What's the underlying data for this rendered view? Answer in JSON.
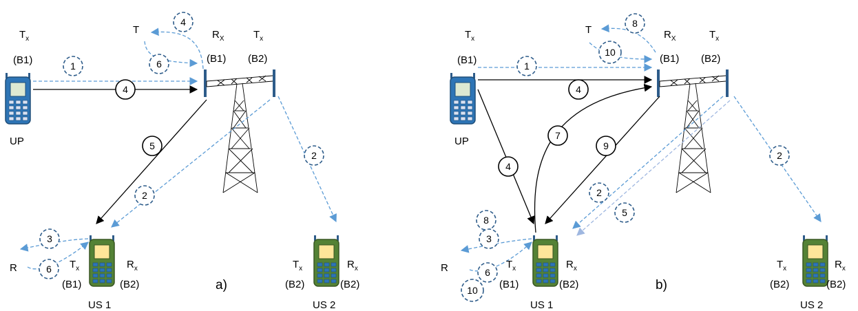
{
  "panels": [
    {
      "id": "a",
      "caption": "a)",
      "devices": {
        "up": {
          "name": "UP",
          "tx": "T",
          "tx_sub": "x",
          "band": "(B1)"
        },
        "tower": {
          "rx": "R",
          "rx_sub": "X",
          "rx_band": "(B1)",
          "tx": "T",
          "tx_sub": "x",
          "tx_band": "(B2)",
          "tx_top": "T"
        },
        "us1": {
          "name": "US 1",
          "tx": "T",
          "tx_sub": "x",
          "tx_band": "(B1)",
          "rx": "R",
          "rx_sub": "x",
          "rx_band": "(B2)",
          "side": "R"
        },
        "us2": {
          "name": "US 2",
          "tx": "T",
          "tx_sub": "x",
          "tx_band": "(B2)",
          "rx": "R",
          "rx_sub": "x",
          "rx_band": "(B2)"
        }
      },
      "steps": [
        "1",
        "2",
        "2",
        "3",
        "4",
        "4",
        "5",
        "6",
        "6"
      ]
    },
    {
      "id": "b",
      "caption": "b)",
      "devices": {
        "up": {
          "name": "UP",
          "tx": "T",
          "tx_sub": "x",
          "band": "(B1)"
        },
        "tower": {
          "rx": "R",
          "rx_sub": "X",
          "rx_band": "(B1)",
          "tx": "T",
          "tx_sub": "x",
          "tx_band": "(B2)",
          "tx_top": "T"
        },
        "us1": {
          "name": "US 1",
          "tx": "T",
          "tx_sub": "x",
          "tx_band": "(B1)",
          "rx": "R",
          "rx_sub": "x",
          "rx_band": "(B2)",
          "side": "R"
        },
        "us2": {
          "name": "US 2",
          "tx": "T",
          "tx_sub": "x",
          "tx_band": "(B2)",
          "rx": "R",
          "rx_sub": "x",
          "rx_band": "(B2)"
        }
      },
      "steps": [
        "1",
        "2",
        "2",
        "3",
        "4",
        "4",
        "5",
        "6",
        "7",
        "8",
        "8",
        "9",
        "10",
        "10"
      ]
    }
  ],
  "colors": {
    "dashed_link": "#5b9bd5",
    "solid_link": "#000000",
    "phone_body": "#2e5c8a",
    "phone_screen_up": "#dde9d2",
    "phone_screen_us": "#ffe699"
  },
  "icons": [
    "phone-icon",
    "tower-icon"
  ]
}
